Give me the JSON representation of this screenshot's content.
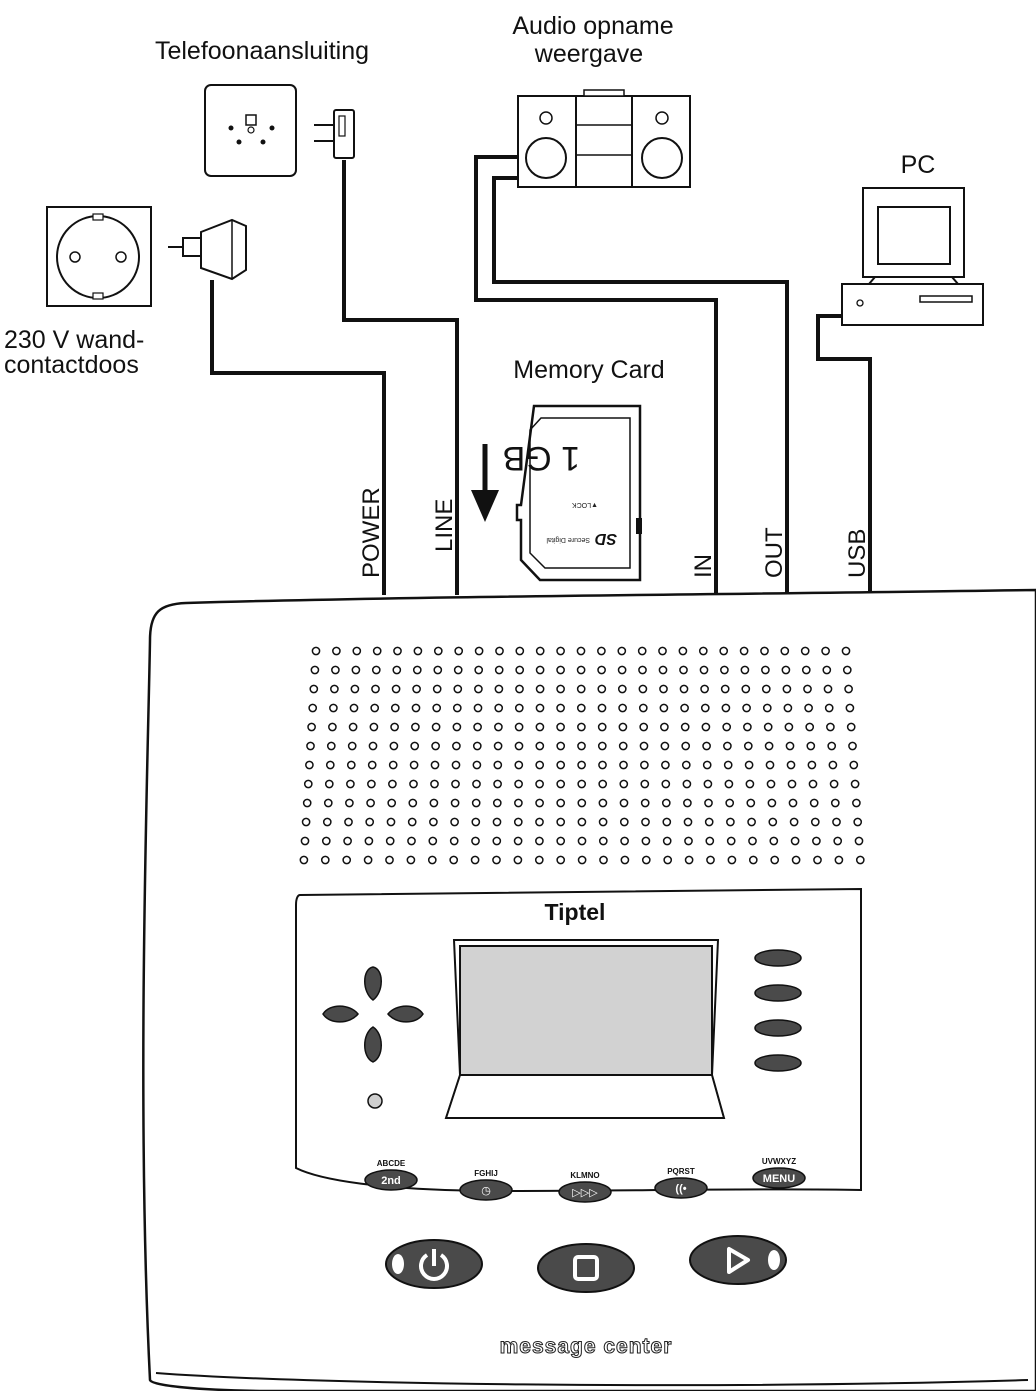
{
  "labels": {
    "telephone_socket": "Telefoonaansluiting",
    "audio_line1": "Audio  opname",
    "audio_line2": "weergave",
    "pc": "PC",
    "wall_socket_line1": "230  V  wand-",
    "wall_socket_line2": "contactdoos",
    "memory_card": "Memory  Card"
  },
  "ports": {
    "power": "POWER",
    "line": "LINE",
    "in": "IN",
    "out": "OUT",
    "usb": "USB"
  },
  "sd_card": {
    "capacity": "1 GB",
    "lock": "▼LOCK",
    "secure": "Secure Digital",
    "logo": "SD"
  },
  "device": {
    "brand": "Tiptel",
    "tagline": "message center",
    "function_keys": [
      {
        "letters": "ABCDE",
        "label": "2nd"
      },
      {
        "letters": "FGHIJ",
        "label": "◷"
      },
      {
        "letters": "KLMNO",
        "label": "▷▷▷"
      },
      {
        "letters": "PQRST",
        "label": "((•"
      },
      {
        "letters": "UVWXYZ",
        "label": "MENU"
      }
    ],
    "main_buttons": [
      {
        "icon": "power-icon"
      },
      {
        "icon": "stop-icon"
      },
      {
        "icon": "play-icon"
      }
    ],
    "display_side_buttons": 4,
    "speaker_grille": {
      "rows": 12,
      "columns": 27
    }
  }
}
